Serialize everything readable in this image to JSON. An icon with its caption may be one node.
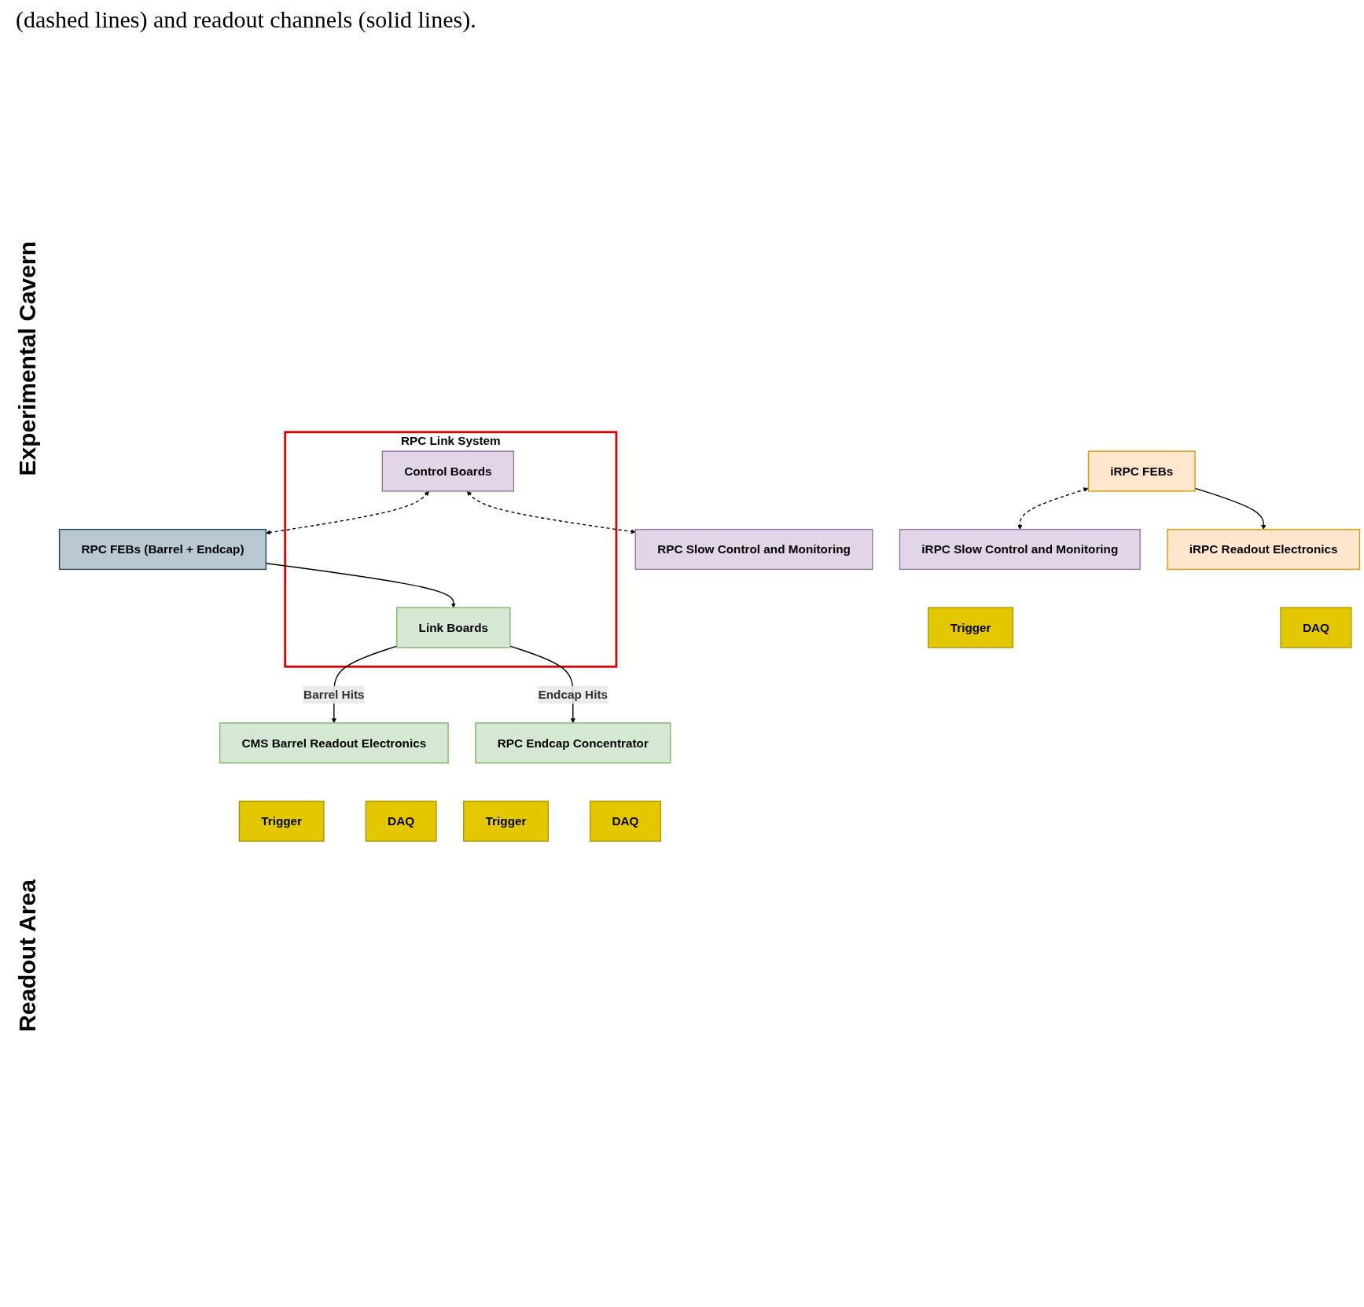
{
  "diagram": {
    "caption": "(dashed lines) and readout channels (solid lines).",
    "nodes": [
      {
        "text": [
          "RPC FEBs (Barrel + Endcap)"
        ]
      },
      {
        "text": [
          "iRPC FEBs"
        ]
      },
      {
        "text": [
          "RPC Link System"
        ]
      },
      {
        "text": [
          "Link Boards"
        ],
        "in": 2
      },
      {
        "text": [
          "Control Boards"
        ],
        "in": 2
      },
      {
        "text": [
          "RPC Slow Control and Monitoring"
        ]
      },
      {
        "text": [
          "iRPC Slow Control and Monitoring"
        ]
      },
      {
        "text": [
          "CMS Barrel Readout Electronics"
        ]
      },
      {
        "text": [
          "Trigger"
        ]
      },
      {
        "text": [
          "DAQ"
        ]
      },
      {
        "text": [
          "RPC Endcap Concentrator"
        ]
      },
      {
        "text": [
          "Trigger"
        ]
      },
      {
        "text": [
          "DAQ"
        ]
      },
      {
        "text": [
          "iRPC Readout Electronics"
        ]
      },
      {
        "text": [
          "Trigger"
        ]
      },
      {
        "text": [
          "DAQ"
        ]
      }
    ],
    "edges": [
      {
        "from": 0,
        "to": 3,
        "arrow": "to"
      },
      {
        "from": 4,
        "to": 0,
        "arrow": "both",
        "style": "dashed"
      },
      {
        "from": 4,
        "to": 5,
        "arrow": "both",
        "style": "dashed"
      },
      {
        "from": 1,
        "to": 6,
        "arrow": "both",
        "style": "dashed"
      },
      {
        "from": 3,
        "to": 7,
        "arrow": "to",
        "label": "Barrel Hits"
      },
      {
        "from": 3,
        "to": 10,
        "arrow": "to",
        "label": "Endcap Hits"
      },
      {
        "from": 1,
        "to": 13,
        "arrow": "to"
      }
    ],
    "labels": [
      "Experimental Cavern",
      "Readout Area"
    ]
  }
}
